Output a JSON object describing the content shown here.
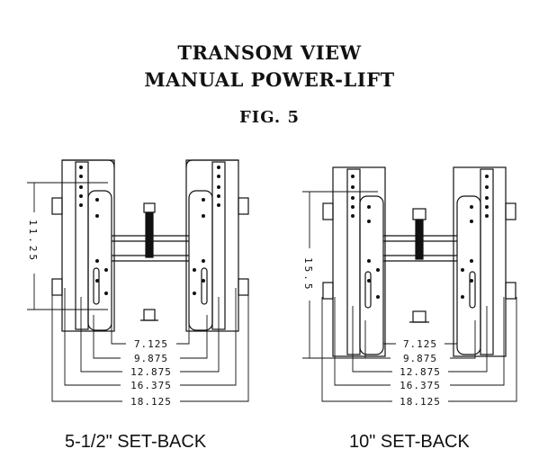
{
  "title": {
    "line1": "TRANSOM VIEW",
    "line2": "MANUAL POWER-LIFT"
  },
  "figure_label": "FIG. 5",
  "left_view": {
    "caption": "5-1/2\" SET-BACK",
    "height_dim": "11.25",
    "width_dims": [
      "7.125",
      "9.875",
      "12.875",
      "16.375",
      "18.125"
    ]
  },
  "right_view": {
    "caption": "10\" SET-BACK",
    "height_dim": "15.5",
    "width_dims": [
      "7.125",
      "9.875",
      "12.875",
      "16.375",
      "18.125"
    ]
  }
}
